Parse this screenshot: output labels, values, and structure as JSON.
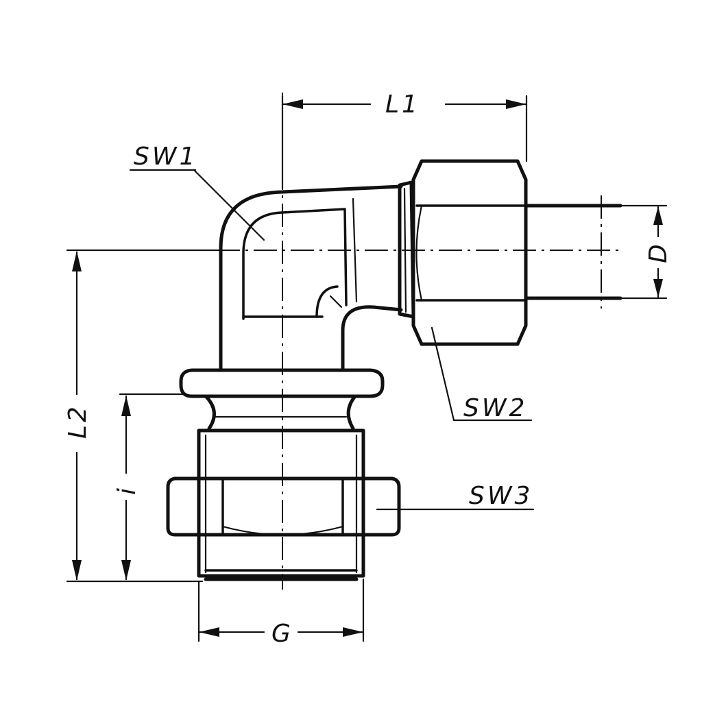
{
  "labels": {
    "l1": "L1",
    "l2": "L2",
    "sw1": "SW1",
    "sw2": "SW2",
    "sw3": "SW3",
    "d": "D",
    "g": "G",
    "i": "i"
  }
}
